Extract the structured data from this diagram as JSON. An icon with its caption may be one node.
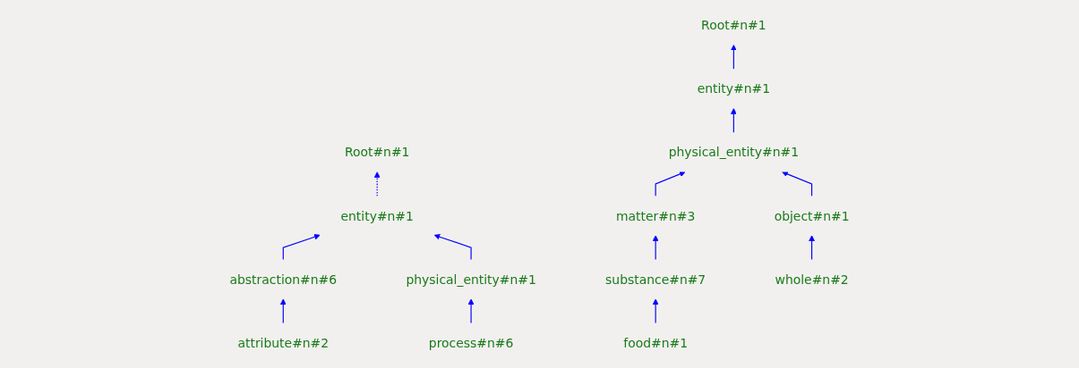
{
  "diagram": {
    "nodes": [
      {
        "text": [
          "Root#n#1"
        ]
      },
      {
        "text": [
          "entity#n#1"
        ]
      },
      {
        "text": [
          "abstraction#n#6"
        ]
      },
      {
        "text": [
          "physical_entity#n#1"
        ]
      },
      {
        "text": [
          "attribute#n#2"
        ]
      },
      {
        "text": [
          "process#n#6"
        ]
      },
      {
        "text": [
          "Root#n#1"
        ]
      },
      {
        "text": [
          "entity#n#1"
        ]
      },
      {
        "text": [
          "physical_entity#n#1"
        ]
      },
      {
        "text": [
          "matter#n#3"
        ]
      },
      {
        "text": [
          "object#n#1"
        ]
      },
      {
        "text": [
          "substance#n#7"
        ]
      },
      {
        "text": [
          "whole#n#2"
        ]
      },
      {
        "text": [
          "food#n#1"
        ]
      }
    ],
    "edges": [
      {
        "from": 1,
        "to": 0,
        "arrow": "to",
        "style": "dashed"
      },
      {
        "from": 2,
        "to": 1,
        "arrow": "to"
      },
      {
        "from": 3,
        "to": 1,
        "arrow": "to"
      },
      {
        "from": 4,
        "to": 2,
        "arrow": "to"
      },
      {
        "from": 5,
        "to": 3,
        "arrow": "to"
      },
      {
        "from": 7,
        "to": 6,
        "arrow": "to"
      },
      {
        "from": 8,
        "to": 7,
        "arrow": "to"
      },
      {
        "from": 9,
        "to": 8,
        "arrow": "to"
      },
      {
        "from": 10,
        "to": 8,
        "arrow": "to"
      },
      {
        "from": 11,
        "to": 9,
        "arrow": "to"
      },
      {
        "from": 12,
        "to": 10,
        "arrow": "to"
      },
      {
        "from": 13,
        "to": 11,
        "arrow": "to"
      }
    ]
  }
}
